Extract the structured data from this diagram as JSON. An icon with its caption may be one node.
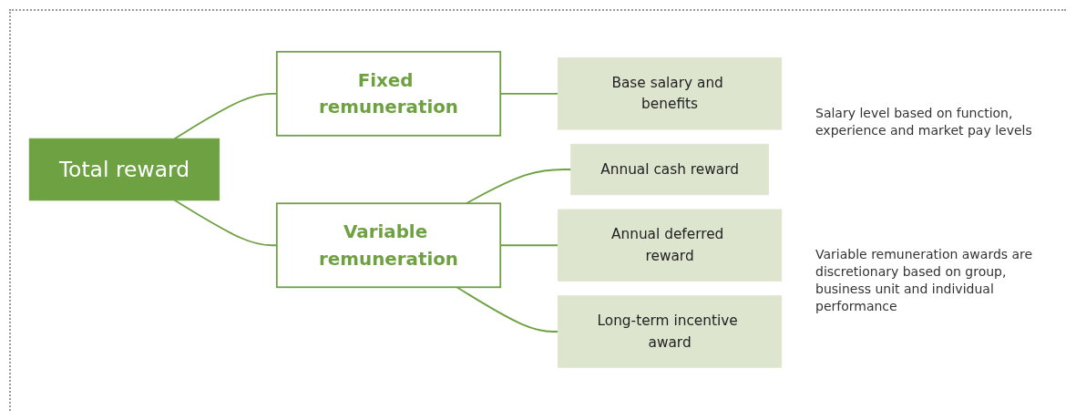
{
  "diagram": {
    "nodes": [
      {
        "text": [
          "Total reward"
        ]
      },
      {
        "text": [
          "Fixed remuneration"
        ]
      },
      {
        "text": [
          "Variable remuneration"
        ]
      },
      {
        "text": [
          "Base salary and benefits"
        ]
      },
      {
        "text": [
          "Annual cash reward"
        ]
      },
      {
        "text": [
          "Annual deferred reward"
        ]
      },
      {
        "text": [
          "Long-term incentive award"
        ]
      }
    ],
    "edges": [
      {
        "from": 0,
        "to": 1,
        "arrow": "none"
      },
      {
        "from": 0,
        "to": 2,
        "arrow": "none"
      },
      {
        "from": 1,
        "to": 3,
        "arrow": "none"
      },
      {
        "from": 2,
        "to": 4,
        "arrow": "none"
      },
      {
        "from": 2,
        "to": 5,
        "arrow": "none"
      },
      {
        "from": 2,
        "to": 6,
        "arrow": "none"
      }
    ],
    "labels": [
      "Salary level based on function, experience and market pay levels",
      "Variable remuneration awards are discretionary based on group, business unit and individual performance"
    ]
  }
}
